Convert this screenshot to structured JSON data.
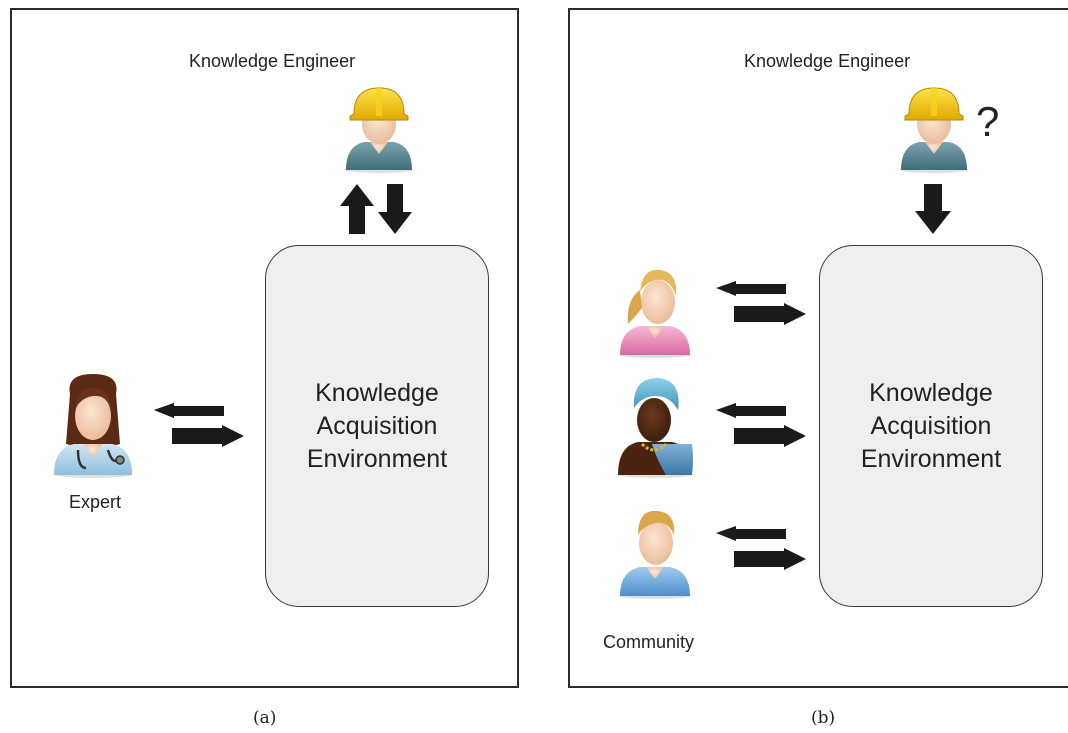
{
  "panels": {
    "a": {
      "knowledge_engineer_label": "Knowledge Engineer",
      "expert_label": "Expert",
      "box_text": "Knowledge\nAcquisition\nEnvironment",
      "caption": "(a)"
    },
    "b": {
      "knowledge_engineer_label": "Knowledge Engineer",
      "question_mark": "?",
      "community_label": "Community",
      "box_text": "Knowledge\nAcquisition\nEnvironment",
      "caption": "(b)"
    }
  },
  "icons": {
    "engineer": "construction-worker-icon",
    "expert": "doctor-icon",
    "community": [
      "woman-icon",
      "african-woman-icon",
      "boy-icon"
    ]
  },
  "colors": {
    "helmet": "#f5c400",
    "shirt": "#5d8b98",
    "box_fill": "#efefef",
    "arrow": "#1a1a1a"
  }
}
